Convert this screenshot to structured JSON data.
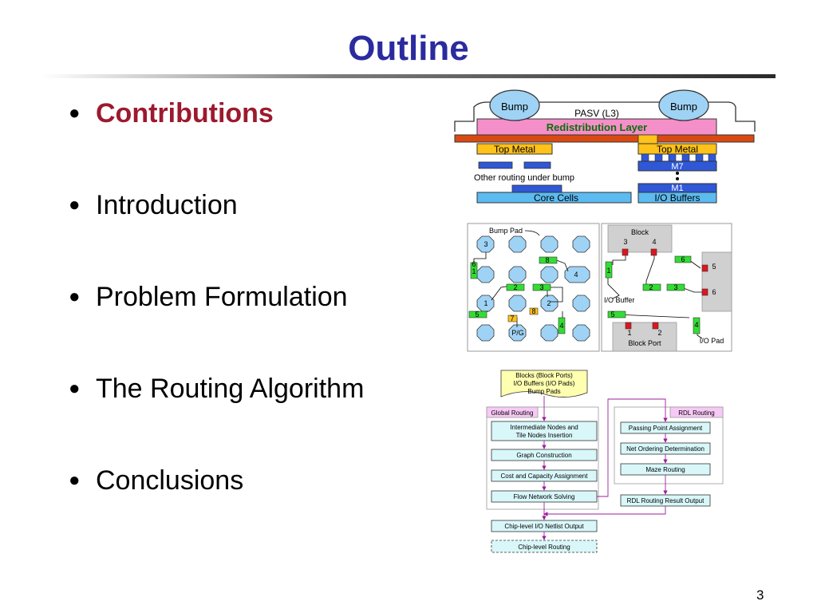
{
  "slide": {
    "title": "Outline",
    "page_number": "3"
  },
  "bullets": [
    {
      "label": "Contributions",
      "active": true
    },
    {
      "label": "Introduction",
      "active": false
    },
    {
      "label": "Problem Formulation",
      "active": false
    },
    {
      "label": "The Routing Algorithm",
      "active": false
    },
    {
      "label": "Conclusions",
      "active": false
    }
  ],
  "cross_section": {
    "bump_left": "Bump",
    "bump_right": "Bump",
    "passivation": "PASV (L3)",
    "redistribution": "Redistribution Layer",
    "top_metal_left": "Top Metal",
    "top_metal_right": "Top Metal",
    "m7": "M7",
    "m1": "M1",
    "other_routing": "Other routing under bump",
    "core_cells": "Core Cells",
    "io_buffers": "I/O Buffers"
  },
  "routing_example": {
    "bump_pad_label": "Bump Pad",
    "pg_label": "P/G",
    "left_nums": [
      "3",
      "8",
      "4",
      "1",
      "2",
      "1",
      "2",
      "3",
      "5",
      "7",
      "8",
      "4",
      "6"
    ],
    "block_label": "Block",
    "block_pins": [
      "3",
      "4"
    ],
    "pins": [
      "6",
      "5",
      "6",
      "1",
      "2",
      "3",
      "5",
      "4"
    ],
    "io_buffer_label": "I/O Buffer",
    "block_port_label": "Block Port",
    "port_nums": [
      "1",
      "2"
    ],
    "io_pad_label": "I/O Pad"
  },
  "flow": {
    "inputs": [
      "Blocks (Block Ports)",
      "I/O Buffers (I/O Pads)",
      "Bump Pads"
    ],
    "global_routing": {
      "title": "Global Routing",
      "steps": [
        [
          "Intermediate Nodes and",
          "Tile Nodes Insertion"
        ],
        [
          "Graph Construction"
        ],
        [
          "Cost and Capacity Assignment"
        ],
        [
          "Flow Network Solving"
        ]
      ]
    },
    "rdl_routing": {
      "title": "RDL Routing",
      "steps": [
        "Passing Point Assignment",
        "Net Ordering Determination",
        "Maze Routing"
      ]
    },
    "rdl_output": "RDL Routing Result Output",
    "netlist_output": "Chip-level I/O Netlist Output",
    "chip_routing": "Chip-level Routing"
  },
  "colors": {
    "title": "#2b2ba0",
    "active_bullet": "#9c1a2e",
    "bump": "#9fd3f5",
    "redistribution": "#f58fc9",
    "redistribution_text": "#0a6f0a",
    "top_metal": "#ffc21a",
    "metal_blue": "#2f57d6",
    "light_blue": "#5cbbf0",
    "base_red": "#d94a12",
    "pin_green": "#33dd33",
    "pin_red": "#e0141e",
    "flow_box": "#d9f7f9",
    "flow_panel": "#f7c9f5",
    "input_box": "#ffffb0",
    "arrow": "#9d1f9d"
  }
}
